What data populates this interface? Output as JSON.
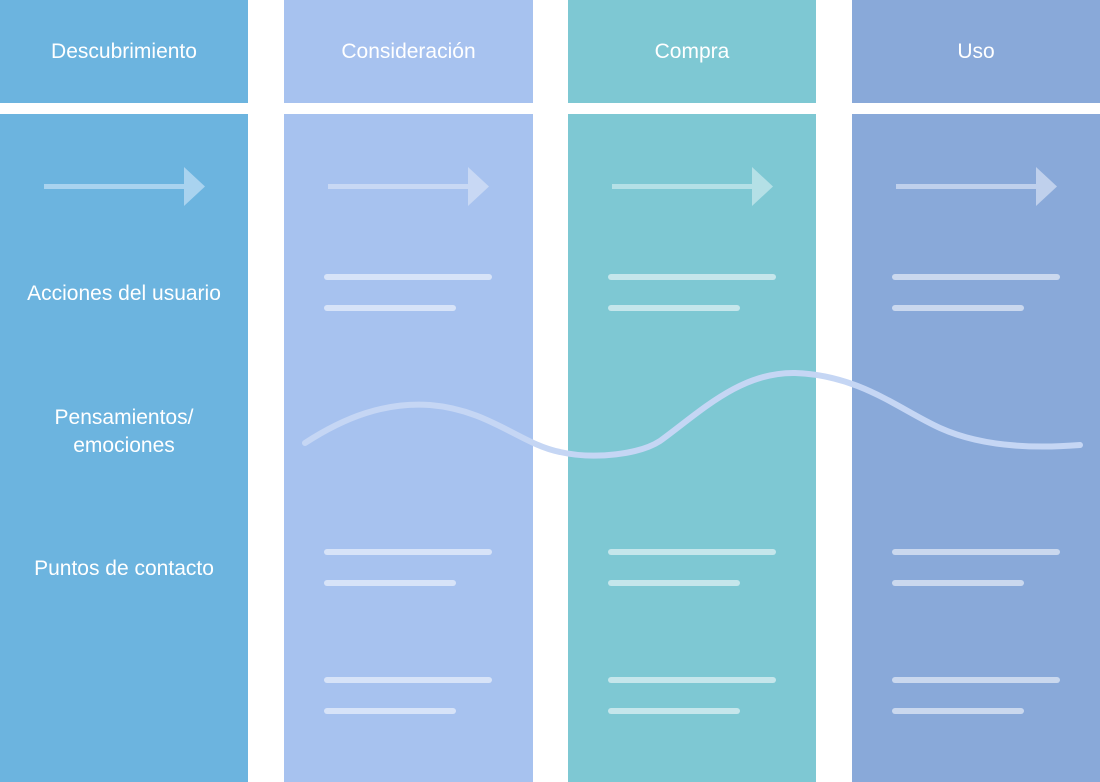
{
  "stages": [
    {
      "name": "Descubrimiento",
      "color": "#6cb4df"
    },
    {
      "name": "Consideración",
      "color": "#a7c2ef"
    },
    {
      "name": "Compra",
      "color": "#7ec8d3"
    },
    {
      "name": "Uso",
      "color": "#89a9d9"
    }
  ],
  "rows": {
    "actions": "Acciones del usuario",
    "thoughts_line1": "Pensamientos/",
    "thoughts_line2": "emociones",
    "touchpoints": "Puntos de contacto"
  },
  "icons": {
    "stage_arrow": "arrow-right-icon",
    "emotion_curve": "emotion-wave"
  }
}
